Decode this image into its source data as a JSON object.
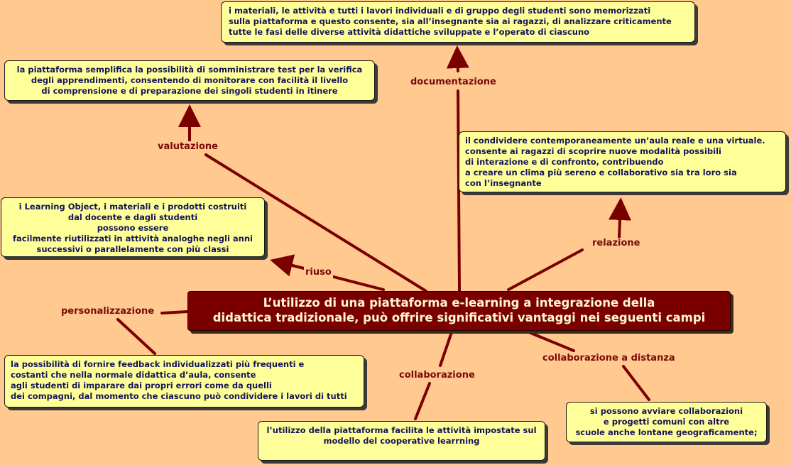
{
  "center": {
    "text": "L’utilizzo di una piattaforma e-learning a integrazione della\ndidattica tradizionale, può offrire significativi vantaggi nei seguenti campi"
  },
  "labels": {
    "documentazione": "documentazione",
    "valutazione": "valutazione",
    "riuso": "riuso",
    "relazione": "relazione",
    "personalizzazione": "personalizzazione",
    "collaborazione": "collaborazione",
    "collaborazione_distanza": "collaborazione a distanza"
  },
  "boxes": {
    "documentazione": "i materiali,  le attività e tutti i lavori individuali e di gruppo degli studenti sono memorizzati\nsulla piattaforma e questo consente, sia all’insegnante sia ai ragazzi, di analizzare criticamente\ntutte le fasi delle diverse attività didattiche sviluppate e l’operato di ciascuno",
    "valutazione": "la piattaforma semplifica la possibilità di somministrare test per la verifica\ndegli apprendimenti, consentendo di monitorare con facilità il livello\ndi comprensione e di preparazione dei singoli studenti in itinere",
    "relazione": " il condividere contemporaneamente un’aula reale e una virtuale.\nconsente ai ragazzi di scoprire nuove modalità possibili\ndi interazione e di confronto, contribuendo\na creare un clima più sereno e collaborativo sia tra loro sia\n con l’insegnante",
    "riuso": "i Learning Object, i materiali e i prodotti costruiti\ndal docente e dagli studenti\npossono essere\nfacilmente riutilizzati in attività analoghe negli anni\nsuccessivi o parallelamente con più classi",
    "personalizzazione": "la possibilità di fornire feedback individualizzati più frequenti e\ncostanti che nella normale didattica d’aula, consente\nagli studenti  di imparare dai propri errori come da quelli\ndei compagni, dal momento che ciascuno può condividere i lavori di tutti",
    "collaborazione": "l’utilizzo della piattaforma facilita le attività impostate sul\nmodello del cooperative learrning",
    "collaborazione_distanza": "si possono avviare collaborazioni\ne progetti comuni con altre\nscuole anche lontane geograficamente;"
  },
  "colors": {
    "background": "#ffc990",
    "box_fill": "#ffff99",
    "center_fill": "#7a0000",
    "link": "#7a0000",
    "label_text": "#7a0a0a"
  }
}
